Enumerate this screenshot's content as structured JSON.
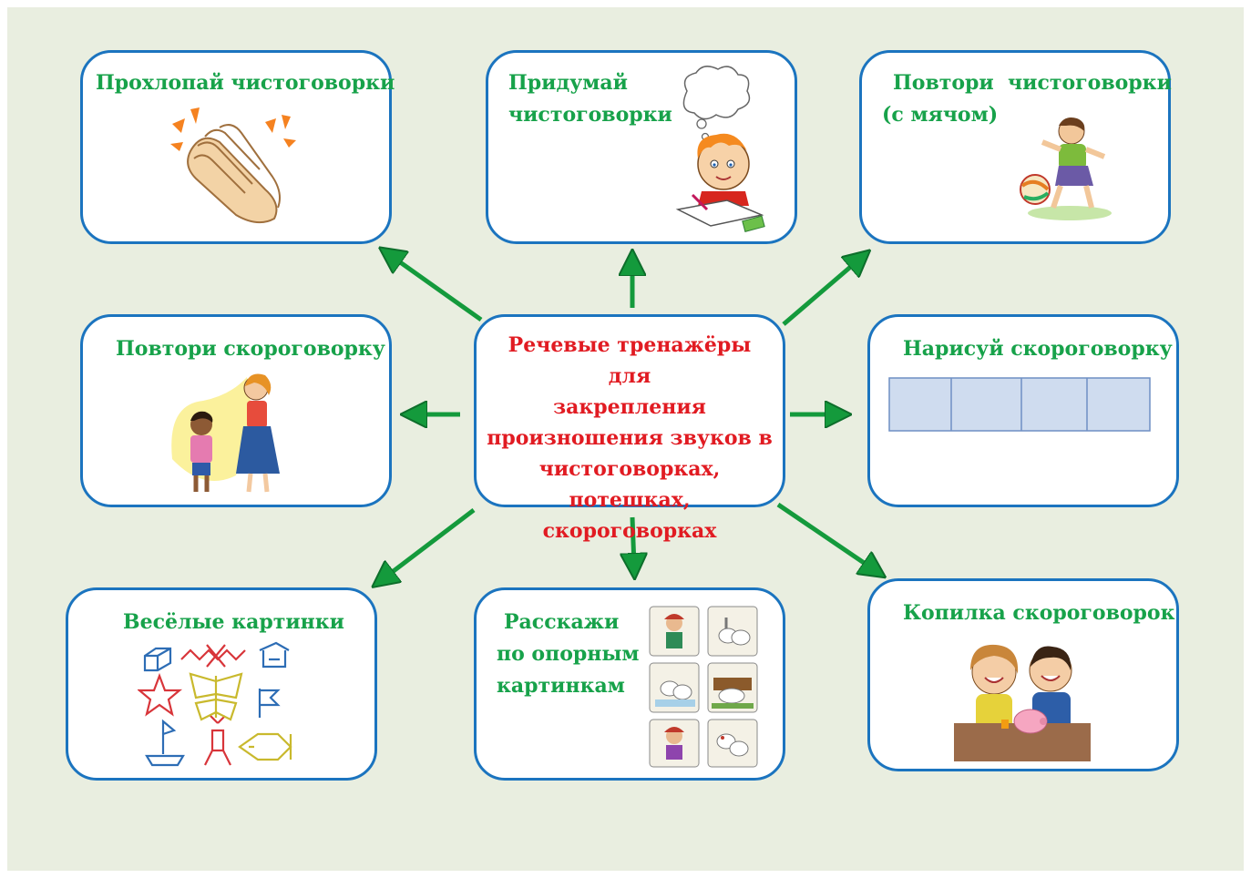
{
  "center": {
    "lines": [
      "Речевые тренажёры для",
      "закрепления",
      "произношения звуков в",
      "чистоговорках, потешках,",
      "скороговорках"
    ]
  },
  "boxes": {
    "clap": {
      "title": "Прохлопай чистоговорки"
    },
    "invent": {
      "line1": "Придумай",
      "line2": "чистоговорки"
    },
    "ball": {
      "line1": "Повтори  чистоговорки",
      "line2": "(с мячом)"
    },
    "repeat": {
      "title": "Повтори скороговорку"
    },
    "draw": {
      "title": "Нарисуй скороговорку"
    },
    "pictures": {
      "title": "Весёлые картинки"
    },
    "tell": {
      "line1": "Расскажи",
      "line2": "по опорным",
      "line3": "картинкам"
    },
    "piggy": {
      "title": "Копилка скороговорок"
    }
  },
  "colors": {
    "background": "#e9eee0",
    "box_border": "#1b74bf",
    "title_green": "#17a24a",
    "center_red": "#e11b22",
    "arrow_green": "#149a3c"
  }
}
